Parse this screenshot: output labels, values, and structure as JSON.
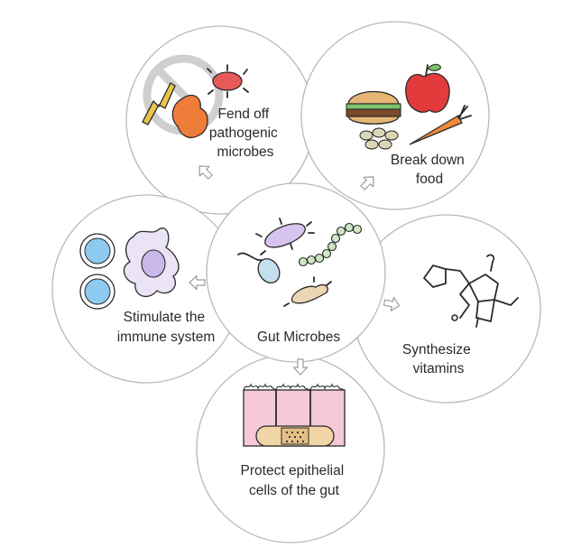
{
  "center": {
    "label": "Gut Microbes"
  },
  "functions": {
    "fend_off": {
      "lines": [
        "Fend off",
        "pathogenic",
        "microbes"
      ]
    },
    "break_down": {
      "lines": [
        "Break down",
        "food"
      ]
    },
    "synthesize": {
      "lines": [
        "Synthesize",
        "vitamins"
      ]
    },
    "protect": {
      "lines": [
        "Protect epithelial",
        "cells of the gut"
      ]
    },
    "stimulate": {
      "lines": [
        "Stimulate the",
        "immune system"
      ]
    }
  },
  "colors": {
    "circle_stroke": "#b8b8b8",
    "arrow_stroke": "#9a9a9a",
    "microbe_purple": "#d7c4ee",
    "microbe_green": "#cfe6c4",
    "microbe_blue": "#c4dfee",
    "microbe_tan": "#ecd7b4",
    "pathogen_red": "#e85a5a",
    "pathogen_orange": "#ef7d3a",
    "apple_red": "#e33b3b",
    "carrot_orange": "#f08a3a",
    "gut_pink": "#f6c8d8",
    "bandage_tan": "#f2d5a6",
    "immune_blue": "#8ec9ef"
  },
  "icons": [
    "no-entry-icon",
    "bacteria-icon",
    "burger-icon",
    "apple-icon",
    "carrot-icon",
    "nuts-icon",
    "vitamin-molecule-icon",
    "gut-epithelium-icon",
    "bandage-icon",
    "macrophage-icon",
    "immune-cell-icon"
  ]
}
